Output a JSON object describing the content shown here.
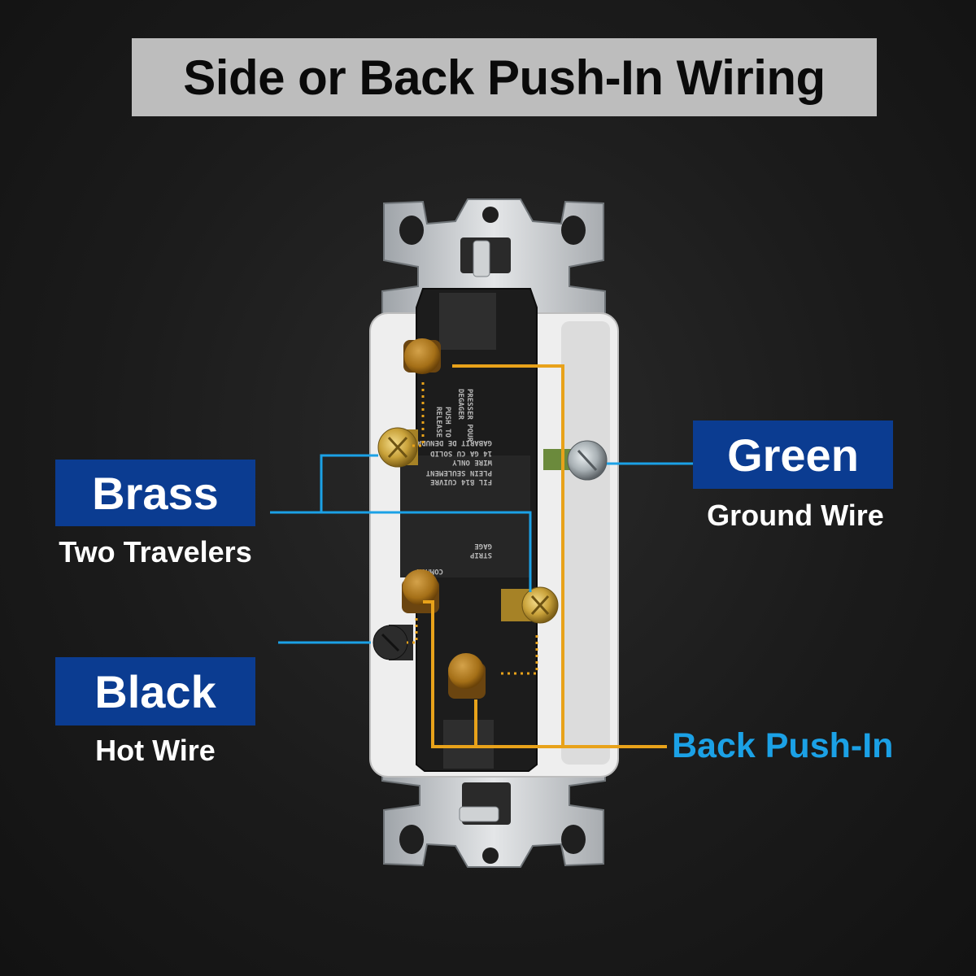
{
  "title": "Side or Back Push-In Wiring",
  "labels": {
    "brass": {
      "heading": "Brass",
      "sub": "Two Travelers"
    },
    "black": {
      "heading": "Black",
      "sub": "Hot Wire"
    },
    "green": {
      "heading": "Green",
      "sub": "Ground Wire"
    },
    "back_push_in": "Back Push-In"
  },
  "switch_text": {
    "push_release": [
      "PUSH TO",
      "RELEASE"
    ],
    "presser": [
      "PRESSER POUR",
      "DEGAGER"
    ],
    "wire_lines": [
      "FIL ß14 CUIVRE",
      "PLEIN SEULEMENT",
      "WIRE ONLY",
      "14 GA CU SOLID",
      "GABARIT DE DENUDAGE"
    ],
    "strip_gage": [
      "STRIP",
      "GAGE"
    ],
    "common": "COMMON"
  },
  "colors": {
    "label_blue": "#0b3c91",
    "callout_blue": "#1ba1e6",
    "leader_orange": "#e8a21a",
    "brass": "#c9a23a",
    "push_button": "#b07a1c",
    "background": "#1b1b1b",
    "banner": "#bdbdbd"
  }
}
